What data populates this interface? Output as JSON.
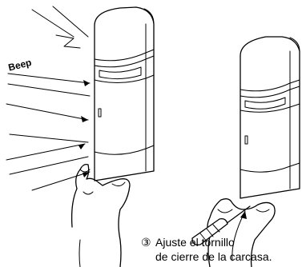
{
  "sound_label": "Beep",
  "step": {
    "number": "③",
    "line1": "Ajuste el tornillo",
    "line2": "de cierre de la carcasa."
  }
}
